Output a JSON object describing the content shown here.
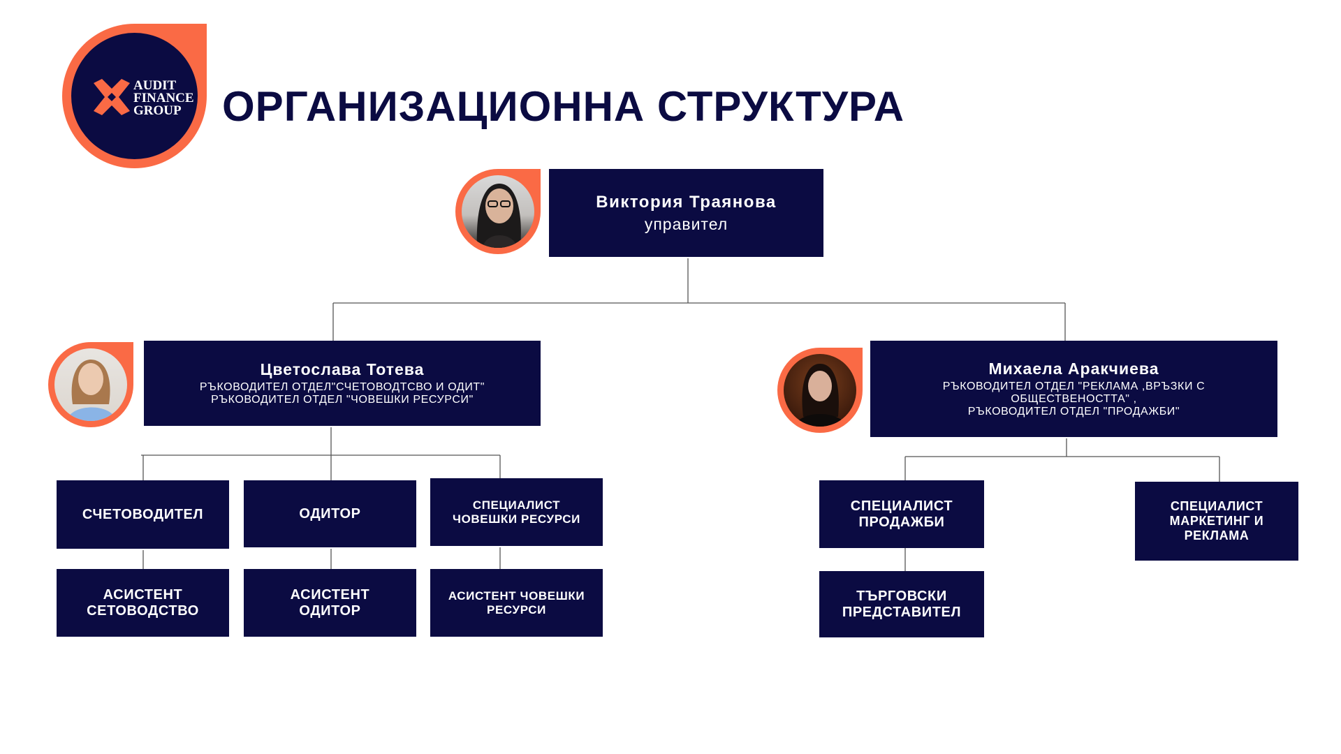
{
  "logo": {
    "line1": "AUDIT",
    "line2": "FINANCE",
    "line3": "GROUP"
  },
  "page": {
    "title": "ОРГАНИЗАЦИОННА СТРУКТУРА"
  },
  "colors": {
    "navy": "#0b0b42",
    "orange": "#fa6a45",
    "connector": "#555555"
  },
  "manager": {
    "name": "Виктория Траянова",
    "title": "управител"
  },
  "left_head": {
    "name": "Цветослава Тотева",
    "line1": "РЪКОВОДИТЕЛ ОТДЕЛ\"СЧЕТОВОДТСВО И ОДИТ\"",
    "line2": "РЪКОВОДИТЕЛ ОТДЕЛ \"ЧОВЕШКИ РЕСУРСИ\""
  },
  "right_head": {
    "name": "Михаела Аракчиева",
    "line1": "РЪКОВОДИТЕЛ ОТДЕЛ \"РЕКЛАМА ,ВРЪЗКИ С",
    "line2": "ОБЩЕСТВЕНОСТТА\" ,",
    "line3": "РЪКОВОДИТЕЛ ОТДЕЛ \"ПРОДАЖБИ\""
  },
  "positions": {
    "accountant": "СЧЕТОВОДИТЕЛ",
    "auditor": "ОДИТОР",
    "hr_specialist": [
      "СПЕЦИАЛИСТ",
      "ЧОВЕШКИ РЕСУРСИ"
    ],
    "assistant_accounting": [
      "АСИСТЕНТ",
      "СЕТОВОДСТВО"
    ],
    "assistant_auditor": [
      "АСИСТЕНТ",
      "ОДИТОР"
    ],
    "assistant_hr": [
      "АСИСТЕНТ ЧОВЕШКИ",
      "РЕСУРСИ"
    ],
    "sales_specialist": [
      "СПЕЦИАЛИСТ",
      "ПРОДАЖБИ"
    ],
    "sales_rep": [
      "ТЪРГОВСКИ",
      "ПРЕДСТАВИТЕЛ"
    ],
    "marketing_specialist": [
      "СПЕЦИАЛИСТ",
      "МАРКЕТИНГ И",
      "РЕКЛАМА"
    ]
  }
}
